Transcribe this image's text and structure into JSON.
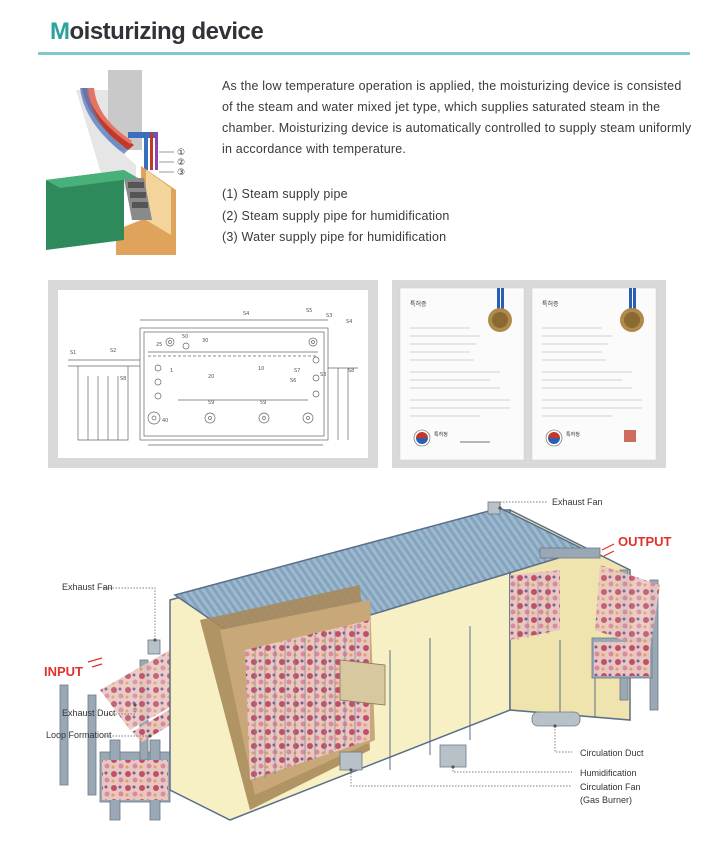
{
  "header": {
    "title_first": "M",
    "title_rest": "oisturizing device"
  },
  "description": "As the low temperature operation is applied, the moisturizing device is consisted of the steam and water mixed jet type, which supplies saturated steam in the chamber. Moisturizing device is automatically controlled to supply steam uniformly in accordance with temperature.",
  "pipes": [
    "(1) Steam supply pipe",
    "(2) Steam supply pipe for humidification",
    "(3) Water supply pipe for humidification"
  ],
  "detail_markers": [
    "①",
    "②",
    "③"
  ],
  "drawing_labels": [
    "S4",
    "S3",
    "S5",
    "S4",
    "S2",
    "S1",
    "25",
    "50",
    "30",
    "S8",
    "S6",
    "S7",
    "59",
    "59",
    "40",
    "S3",
    "10",
    "20",
    "1",
    "S8"
  ],
  "certificates": [
    {
      "heading": "특허증",
      "office": "특허청"
    },
    {
      "heading": "특허증",
      "office": "특허청"
    }
  ],
  "callouts": {
    "exhaust_fan_top": "Exhaust Fan",
    "output": "OUTPUT",
    "exhaust_fan_left": "Exhaust Fan",
    "input": "INPUT",
    "exhaust_duct": "Exhaust Duct",
    "loop_formation": "Loop Formationt",
    "circulation_duct": "Circulation Duct",
    "humidification": "Humidification",
    "circulation_fan": "Circulation Fan",
    "gas_burner": "(Gas Burner)"
  },
  "colors": {
    "accent": "#2aa39c",
    "rule": "#7fc9c6",
    "callout_red": "#e0312c",
    "machine_body": "#f7f0c4",
    "roof": "#8fb0c8"
  }
}
